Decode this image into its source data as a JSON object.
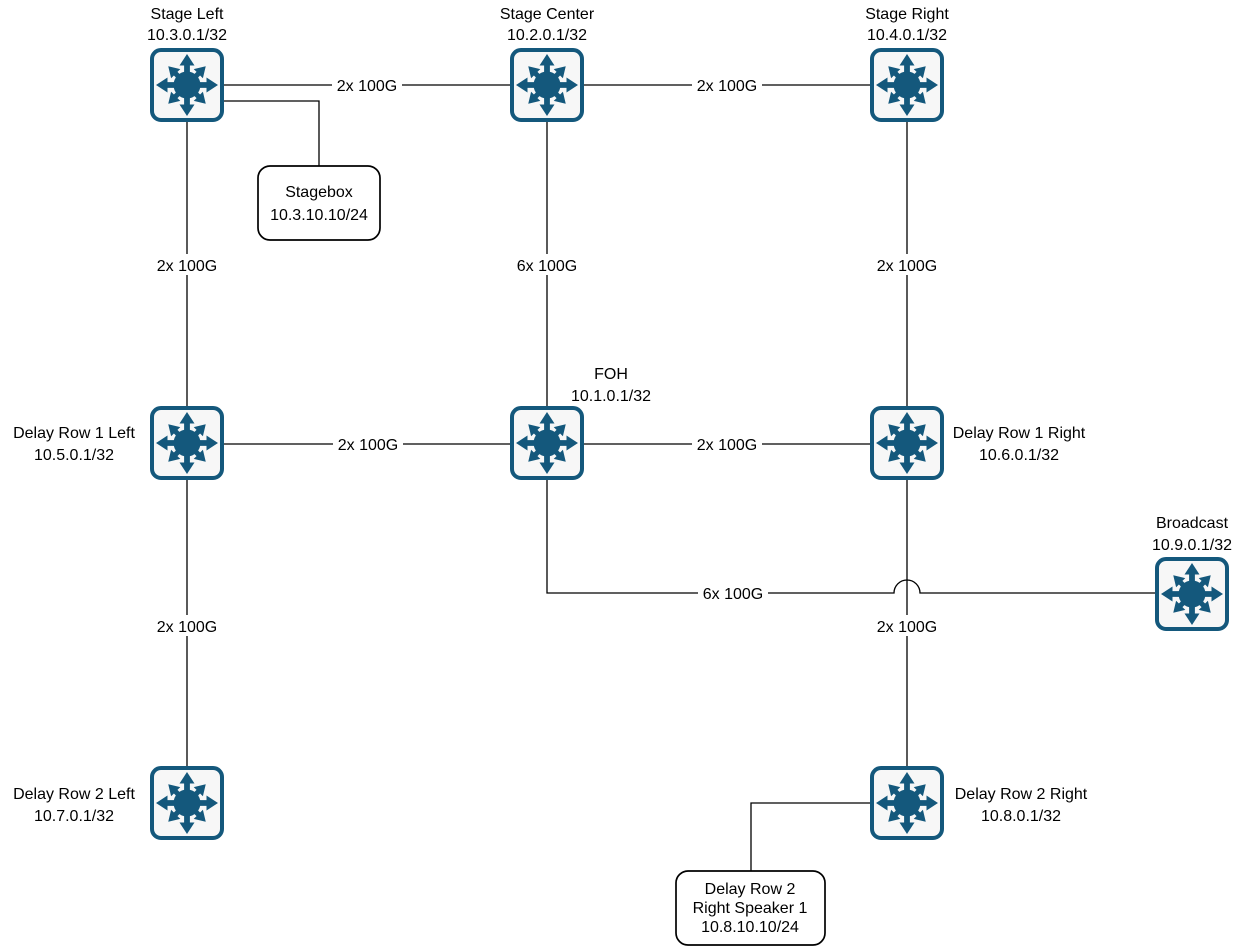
{
  "colors": {
    "switch_color": "#14587c",
    "icon_bg": "#f7f7f7",
    "line_color": "#000000",
    "text_color": "#000000",
    "canvas_bg": "#ffffff",
    "box_border": "#000000"
  },
  "nodes": [
    {
      "id": "stage-left",
      "label": "Stage Left",
      "ip": "10.3.0.1/32"
    },
    {
      "id": "stage-center",
      "label": "Stage Center",
      "ip": "10.2.0.1/32"
    },
    {
      "id": "stage-right",
      "label": "Stage Right",
      "ip": "10.4.0.1/32"
    },
    {
      "id": "foh",
      "label": "FOH",
      "ip": "10.1.0.1/32"
    },
    {
      "id": "delay-row-1-left",
      "label": "Delay Row 1 Left",
      "ip": "10.5.0.1/32"
    },
    {
      "id": "delay-row-1-right",
      "label": "Delay Row 1 Right",
      "ip": "10.6.0.1/32"
    },
    {
      "id": "broadcast",
      "label": "Broadcast",
      "ip": "10.9.0.1/32"
    },
    {
      "id": "delay-row-2-left",
      "label": "Delay Row 2 Left",
      "ip": "10.7.0.1/32"
    },
    {
      "id": "delay-row-2-right",
      "label": "Delay Row 2 Right",
      "ip": "10.8.0.1/32"
    }
  ],
  "endpoints": [
    {
      "id": "stagebox",
      "lines": [
        "Stagebox",
        "10.3.10.10/24"
      ]
    },
    {
      "id": "delay-row-2-right-speaker-1",
      "lines": [
        "Delay Row 2",
        "Right Speaker 1",
        "10.8.10.10/24"
      ]
    }
  ],
  "links": [
    {
      "from": "stage-left",
      "to": "stage-center",
      "label": "2x 100G"
    },
    {
      "from": "stage-center",
      "to": "stage-right",
      "label": "2x 100G"
    },
    {
      "from": "stage-left",
      "to": "delay-row-1-left",
      "label": "2x 100G"
    },
    {
      "from": "stage-center",
      "to": "foh",
      "label": "6x 100G"
    },
    {
      "from": "stage-right",
      "to": "delay-row-1-right",
      "label": "2x 100G"
    },
    {
      "from": "delay-row-1-left",
      "to": "foh",
      "label": "2x 100G"
    },
    {
      "from": "foh",
      "to": "delay-row-1-right",
      "label": "2x 100G"
    },
    {
      "from": "delay-row-1-left",
      "to": "delay-row-2-left",
      "label": "2x 100G"
    },
    {
      "from": "delay-row-1-right",
      "to": "delay-row-2-right",
      "label": "2x 100G"
    },
    {
      "from": "foh",
      "to": "broadcast",
      "label": "6x 100G"
    },
    {
      "from": "stage-left",
      "to": "stagebox",
      "label": ""
    },
    {
      "from": "delay-row-2-right",
      "to": "delay-row-2-right-speaker-1",
      "label": ""
    }
  ]
}
